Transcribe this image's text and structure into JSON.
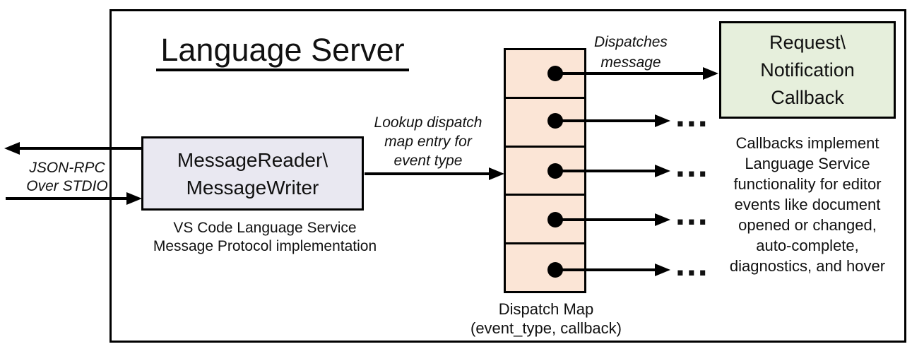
{
  "title": "Language Server",
  "io_label": [
    "JSON-RPC",
    "Over STDIO"
  ],
  "reader_box": [
    "MessageReader\\",
    "MessageWriter"
  ],
  "reader_caption": [
    "VS Code Language Service",
    "Message Protocol implementation"
  ],
  "lookup_label": [
    "Lookup dispatch",
    "map entry for",
    "event type"
  ],
  "dispatches_label": [
    "Dispatches",
    "message"
  ],
  "callback_box": [
    "Request\\",
    "Notification",
    "Callback"
  ],
  "callbacks_note": [
    "Callbacks implement",
    "Language Service",
    "functionality for editor",
    "events like document",
    "opened or changed,",
    "auto-complete,",
    "diagnostics, and hover"
  ],
  "dispatch_caption": [
    "Dispatch Map",
    "(event_type, callback)"
  ],
  "dispatch_map": {
    "row_count": 5
  },
  "ellipsis": "...",
  "colors": {
    "reader_fill": "#E9E8F1",
    "dispatch_fill": "#FBE5D6",
    "callback_fill": "#E6EFDC",
    "line": "#000000",
    "background": "#FFFFFF"
  }
}
